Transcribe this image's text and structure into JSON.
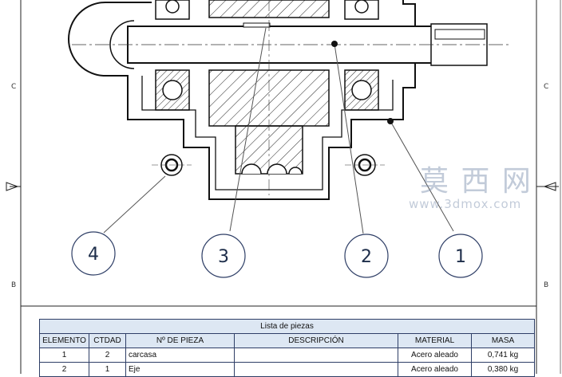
{
  "zones": {
    "left": [
      "C",
      "B"
    ],
    "right": [
      "C",
      "B"
    ]
  },
  "balloons": [
    "1",
    "2",
    "3",
    "4"
  ],
  "parts_list": {
    "title": "Lista de piezas",
    "headers": [
      "ELEMENTO",
      "CTDAD",
      "Nº DE PIEZA",
      "DESCRIPCIÓN",
      "MATERIAL",
      "MASA"
    ],
    "rows": [
      [
        "1",
        "2",
        "carcasa",
        "",
        "Acero aleado",
        "0,741 kg"
      ],
      [
        "2",
        "1",
        "Eje",
        "",
        "Acero aleado",
        "0,380 kg"
      ]
    ]
  },
  "watermark": {
    "glyphs": "莫 西 网",
    "url": "www.3dmox.com"
  }
}
